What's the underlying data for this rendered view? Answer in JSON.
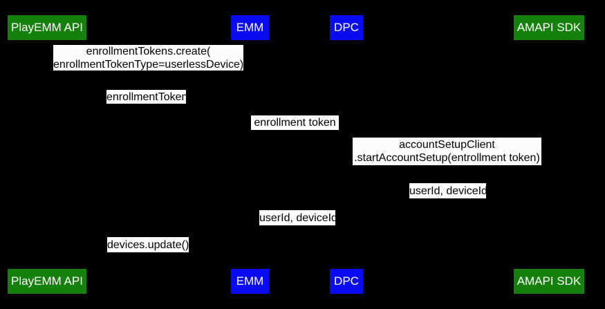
{
  "colors": {
    "background": "#000000",
    "actor_green": "#16800c",
    "actor_blue": "#0b0bf1",
    "actor_text": "#ffffff",
    "message_background": "#fcfcfc",
    "message_text": "#000000"
  },
  "actors": [
    {
      "label": "PlayEMM API",
      "color": "green"
    },
    {
      "label": "EMM",
      "color": "blue"
    },
    {
      "label": "DPC",
      "color": "blue"
    },
    {
      "label": "AMAPI SDK",
      "color": "green"
    }
  ],
  "messages": [
    {
      "line1": "enrollmentTokens.create(",
      "line2": "enrollmentTokenType=userlessDevice)"
    },
    {
      "line1": "enrollmentToken"
    },
    {
      "line1": "enrollment token"
    },
    {
      "line1": "accountSetupClient",
      "line2": ".startAccountSetup(entrollment token)"
    },
    {
      "line1": "userId, deviceId"
    },
    {
      "line1": "userId, deviceId"
    },
    {
      "line1": "devices.update()"
    }
  ]
}
